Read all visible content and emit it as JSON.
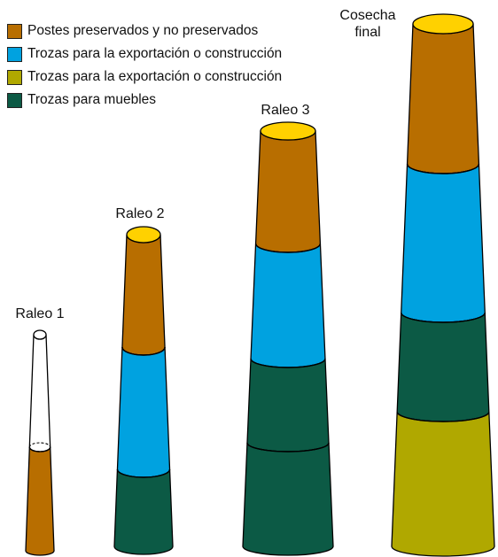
{
  "legend": {
    "items": [
      {
        "label": "Postes preservados y no preservados",
        "color": "#b86e00"
      },
      {
        "label": "Trozas para la exportación o construcción",
        "color": "#00a2e0"
      },
      {
        "label": "Trozas para la exportación o construcción",
        "color": "#b0a800"
      },
      {
        "label": "Trozas para muebles",
        "color": "#0c5a45"
      }
    ]
  },
  "stages": [
    {
      "name": "raleo-1",
      "label": "Raleo 1"
    },
    {
      "name": "raleo-2",
      "label": "Raleo 2"
    },
    {
      "name": "raleo-3",
      "label": "Raleo 3"
    },
    {
      "name": "cosecha-final",
      "label_line1": "Cosecha",
      "label_line2": "final"
    }
  ],
  "colors": {
    "top": "#ffd100",
    "outline": "#000000",
    "empty": "#ffffff"
  }
}
